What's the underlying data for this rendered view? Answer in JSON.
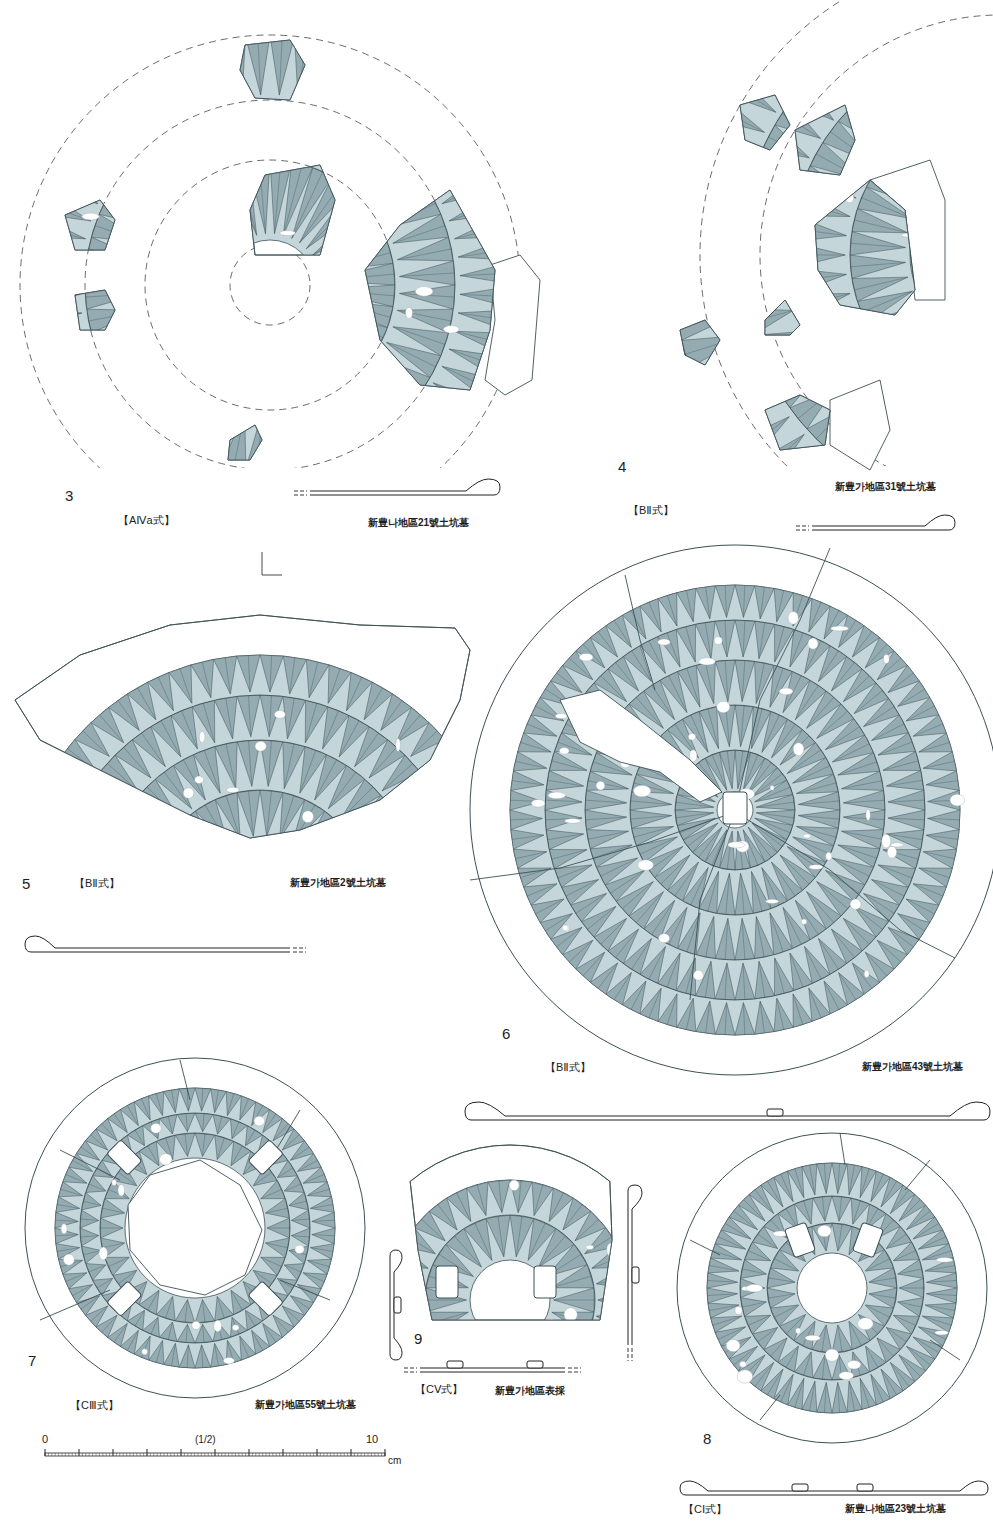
{
  "diagram": {
    "labels": [
      "3",
      "【AⅣa式】",
      "新豊나地區21號土坑墓",
      "4",
      "新豊가地區31號土坑墓",
      "【BⅡ式】",
      "5",
      "【BⅡ式】",
      "新豊가地區2號土坑墓",
      "6",
      "【BⅡ式】",
      "新豊가地區43號土坑墓",
      "7",
      "【CⅢ式】",
      "新豊가地區55號土坑墓",
      "9",
      "【CⅤ式】",
      "新豊가地區表採",
      "8",
      "【CⅠ式】",
      "新豊나地區23號土坑墓",
      "0",
      "(1/2)",
      "10",
      "cm"
    ]
  }
}
